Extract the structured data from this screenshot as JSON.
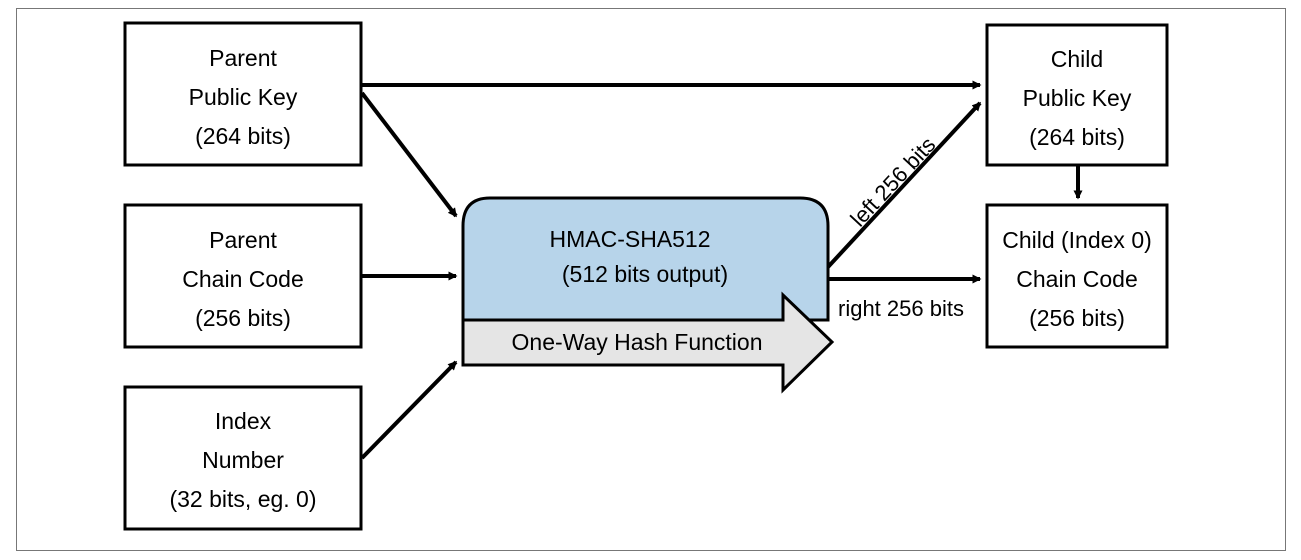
{
  "nodes": {
    "parent_public_key": {
      "lines": [
        "Parent",
        "Public Key",
        "(264 bits)"
      ]
    },
    "parent_chain_code": {
      "lines": [
        "Parent",
        "Chain Code",
        "(256 bits)"
      ]
    },
    "index_number": {
      "lines": [
        "Index",
        "Number",
        "(32 bits, eg. 0)"
      ]
    },
    "child_public_key": {
      "lines": [
        "Child",
        "Public Key",
        "(264 bits)"
      ]
    },
    "child_chain_code": {
      "lines": [
        "Child (Index 0)",
        "Chain Code",
        "(256 bits)"
      ]
    }
  },
  "hmac": {
    "title": "HMAC-SHA512",
    "subtitle": "(512 bits output)",
    "fill_color": "#b7d4ea"
  },
  "hash_arrow": {
    "label": "One-Way Hash Function",
    "fill_color": "#e5e5e5"
  },
  "edges": {
    "left_label": "left 256 bits",
    "right_label": "right 256 bits"
  }
}
